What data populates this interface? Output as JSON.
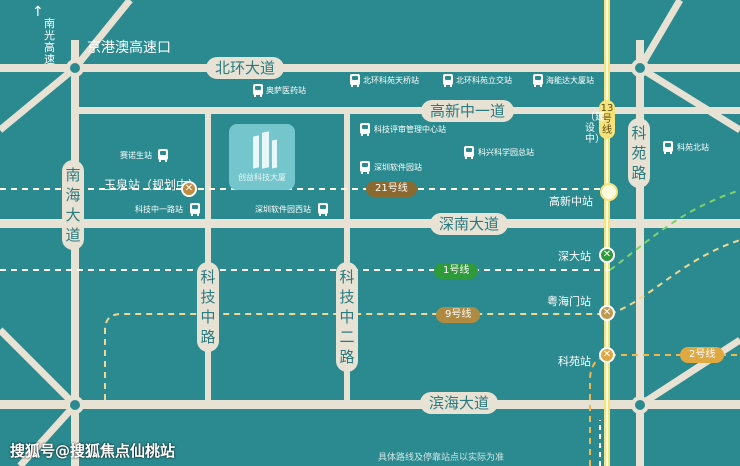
{
  "colors": {
    "background": "#2a8a8f",
    "road": "#e8e2d4",
    "line21": "#8a6a30",
    "line1": "#2f9a3a",
    "line9": "#c09a50",
    "line2": "#e0a840",
    "line13": "#f5e27a"
  },
  "places": {
    "expressway_south": "京港澳高速口",
    "nanguang_expressway": "南光高速",
    "north_arrow_icon": "arrow-up-icon"
  },
  "roads": {
    "beihuan": "北环大道",
    "gaoxin_zhongyi": "高新中一道",
    "shennan": "深南大道",
    "binhai": "滨海大道",
    "nanhai": "南海大道",
    "keji_zhong": "科技中路",
    "keji_zhong_er": "科技中二路",
    "keyuan": "科苑路"
  },
  "bus_stops": {
    "beihuan_keyuan_tianqiao": "北环科苑天桥站",
    "beihuan_keyuan_lijiao": "北环科苑立交站",
    "hainengda": "海能达大厦站",
    "aosa_pharma": "奥萨医药站",
    "saino": "赛诺生站",
    "keji_pingshen": "科技评审管理中心站",
    "kexing_park": "科兴科学园总站",
    "shenzhen_software": "深圳软件园站",
    "keyuan_north": "科苑北站",
    "keji_zhongyi_road": "科技中一路站",
    "software_west": "深圳软件园西站"
  },
  "metro": {
    "yuquan": "玉泉站（规划中）",
    "gaoxin_zhong": "高新中站",
    "shenda": "深大站",
    "yuehaimen": "粤海门站",
    "keyuan": "科苑站",
    "line21": "21号线",
    "line1": "1号线",
    "line9": "9号线",
    "line2": "2号线",
    "line13": "13号线",
    "line13_status": "（建设中）"
  },
  "project": {
    "name": "创益科技大厦"
  },
  "footer": {
    "note": "具体路线及停靠站点以实际为准",
    "watermark": "搜狐号@搜狐焦点仙桃站"
  }
}
